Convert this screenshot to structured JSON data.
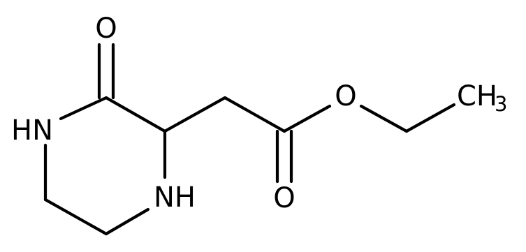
{
  "molecule": {
    "atoms": {
      "ketone_oxygen": "O",
      "amide_nitrogen": "HN",
      "amine_nitrogen": "NH",
      "ether_oxygen": "O",
      "carbonyl_oxygen": "O",
      "methyl_group": "CH",
      "methyl_subscript": "3"
    },
    "colors": {
      "bond": "#000000",
      "text": "#000000",
      "background": "#ffffff"
    }
  }
}
